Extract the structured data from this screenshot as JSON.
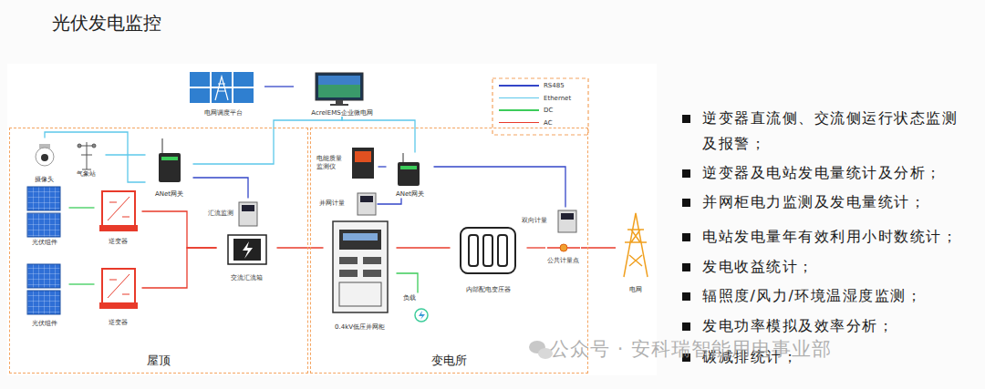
{
  "diagram": {
    "title": "光伏发电监控",
    "nodes": [
      {
        "text": [
          "电网调度平台"
        ]
      },
      {
        "text": [
          "AcrelEMS企业微电网"
        ]
      },
      {
        "text": [
          "屋顶"
        ]
      },
      {
        "text": [
          "摄像头"
        ],
        "in": 2
      },
      {
        "text": [
          "气象站"
        ],
        "in": 2
      },
      {
        "text": [
          "ANet网关"
        ],
        "in": 2
      },
      {
        "text": [
          "光伏组件"
        ],
        "in": 2
      },
      {
        "text": [
          "逆变器"
        ],
        "in": 2
      },
      {
        "text": [
          "光伏组件"
        ],
        "in": 2
      },
      {
        "text": [
          "逆变器"
        ],
        "in": 2
      },
      {
        "text": [
          "汇流监测"
        ],
        "in": 2
      },
      {
        "text": [
          "交流汇流箱"
        ],
        "in": 2
      },
      {
        "text": [
          "变电所"
        ]
      },
      {
        "text": [
          "电能质量监测仪"
        ],
        "in": 12
      },
      {
        "text": [
          "并网计量"
        ],
        "in": 12
      },
      {
        "text": [
          "ANet网关"
        ],
        "in": 12
      },
      {
        "text": [
          "0.4kV低压并网柜"
        ],
        "in": 12
      },
      {
        "text": [
          "负载"
        ],
        "in": 12
      },
      {
        "text": [
          "内部配电变压器"
        ],
        "in": 12
      },
      {
        "text": [
          "双向计量"
        ],
        "in": 12
      },
      {
        "text": [
          "公共计量点"
        ],
        "in": 12
      },
      {
        "text": [
          "电网"
        ]
      }
    ],
    "edges": [
      {
        "from": 0,
        "to": 1,
        "arrow": "none"
      },
      {
        "from": 1,
        "to": 5,
        "arrow": "none"
      },
      {
        "from": 1,
        "to": 15,
        "arrow": "none"
      },
      {
        "from": 3,
        "to": 5,
        "arrow": "none"
      },
      {
        "from": 4,
        "to": 5,
        "arrow": "none"
      },
      {
        "from": 5,
        "to": 10,
        "arrow": "none"
      },
      {
        "from": 6,
        "to": 7,
        "arrow": "none"
      },
      {
        "from": 8,
        "to": 9,
        "arrow": "none"
      },
      {
        "from": 7,
        "to": 11,
        "arrow": "none"
      },
      {
        "from": 9,
        "to": 11,
        "arrow": "none"
      },
      {
        "from": 11,
        "to": 16,
        "arrow": "none"
      },
      {
        "from": 16,
        "to": 17,
        "arrow": "none"
      },
      {
        "from": 16,
        "to": 18,
        "arrow": "none"
      },
      {
        "from": 18,
        "to": 20,
        "arrow": "none"
      },
      {
        "from": 20,
        "to": 21,
        "arrow": "none"
      },
      {
        "from": 15,
        "to": 13,
        "arrow": "none"
      },
      {
        "from": 15,
        "to": 14,
        "arrow": "none"
      },
      {
        "from": 15,
        "to": 19,
        "arrow": "none"
      }
    ],
    "labels": [
      "逆变器直流侧、交流侧运行状态监测及报警；",
      "逆变器及电站发电量统计及分析；",
      "并网柜电力监测及发电量统计；",
      "电站发电量年有效利用小时数统计；",
      "发电收益统计；",
      "辐照度/风力/环境温湿度监测；",
      "发电功率模拟及效率分析；",
      "碳减排统计；",
      "公众号 · 安科瑞智能用电事业部"
    ],
    "legend": [
      {
        "text": "RS485",
        "color": "#3346c8"
      },
      {
        "text": "Ethernet",
        "color": "#5cc8ea"
      },
      {
        "text": "DC",
        "color": "#3ccc5a"
      },
      {
        "text": "AC",
        "color": "#e83a2a"
      }
    ]
  }
}
